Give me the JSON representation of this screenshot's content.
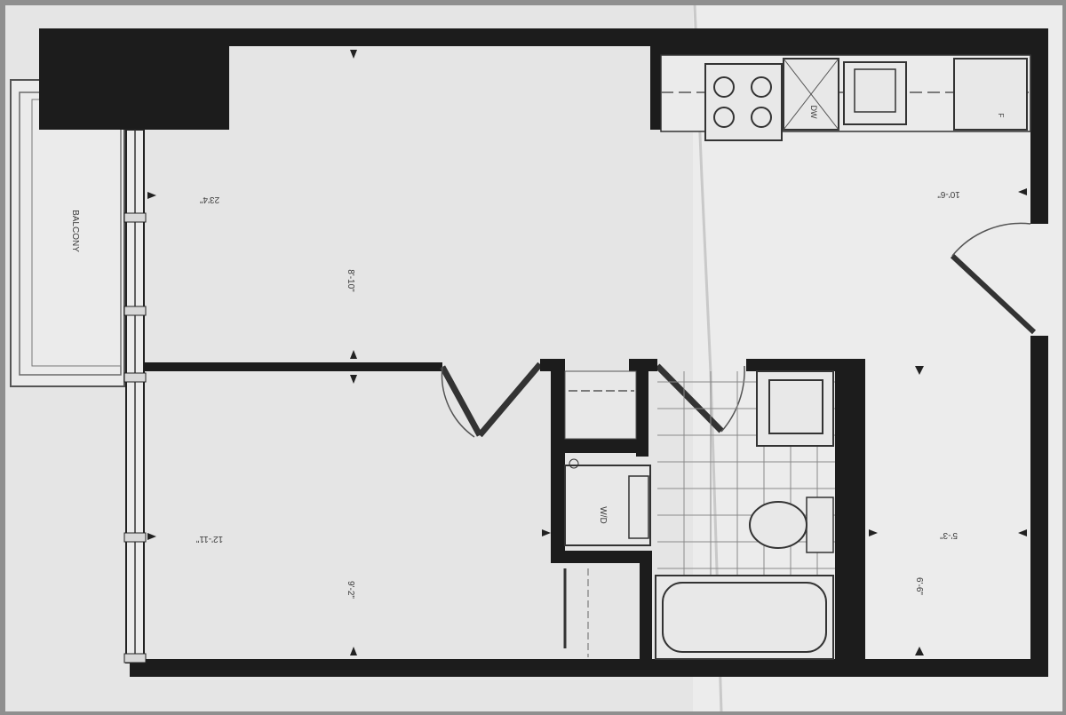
{
  "labels": {
    "balcony": "BALCONY",
    "bedroom_area": "23'4\"",
    "bedroom_dim": "8'-10\"",
    "living_area": "12'-11\"",
    "living_dim": "9'-2\"",
    "kitchen_dim": "10'-6\"",
    "washer_dryer": "W/D",
    "kitchen_appliance": "DW",
    "fridge": "F",
    "entry_dim": "6'-6\"",
    "foyer_dim": "5'-3\""
  },
  "colors": {
    "paper": "#e6e6e6",
    "wall": "#1c1c1c",
    "line": "#4a4a4a",
    "background": "#8f8f8f"
  }
}
